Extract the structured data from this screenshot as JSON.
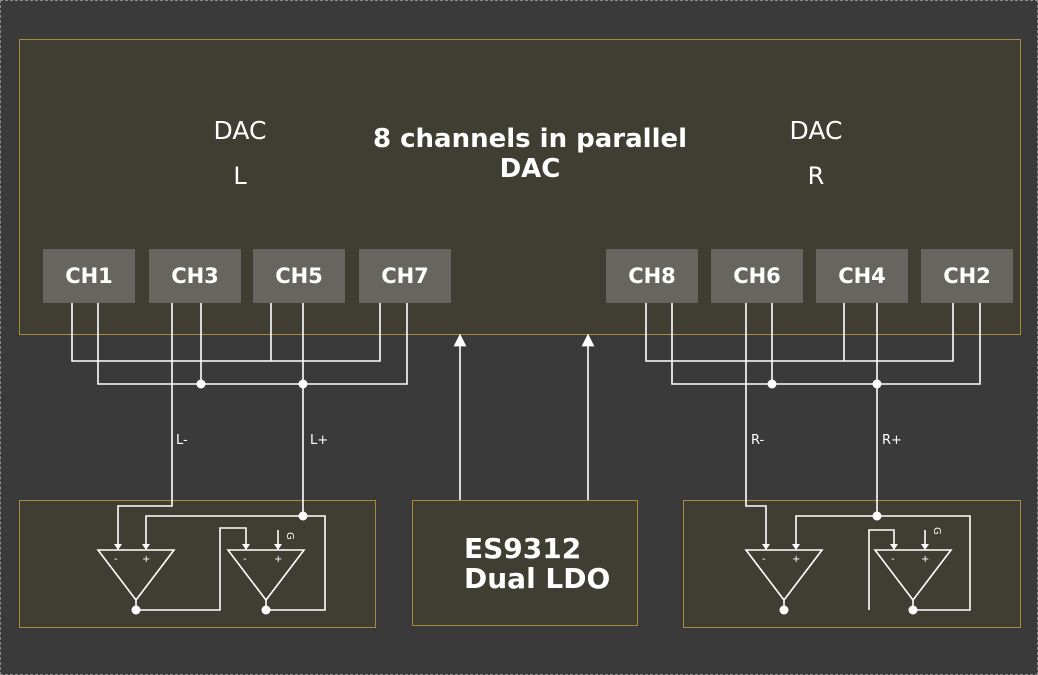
{
  "title": "8 channels in parallel DAC",
  "dac_left": {
    "label": "DAC",
    "side": "L"
  },
  "dac_right": {
    "label": "DAC",
    "side": "R"
  },
  "channels_left": [
    "CH1",
    "CH3",
    "CH5",
    "CH7"
  ],
  "channels_right": [
    "CH8",
    "CH6",
    "CH4",
    "CH2"
  ],
  "signals": {
    "l_minus": "L-",
    "l_plus": "L+",
    "r_minus": "R-",
    "r_plus": "R+"
  },
  "ldo": {
    "line1": "ES9312",
    "line2": "Dual LDO"
  },
  "opamp": {
    "minus": "-",
    "plus": "+",
    "ground": "G"
  },
  "colors": {
    "background": "#3a3a3a",
    "block_fill": "#403e33",
    "block_border": "#a88b3a",
    "channel_fill": "#67655f",
    "wire": "#ffffff"
  }
}
